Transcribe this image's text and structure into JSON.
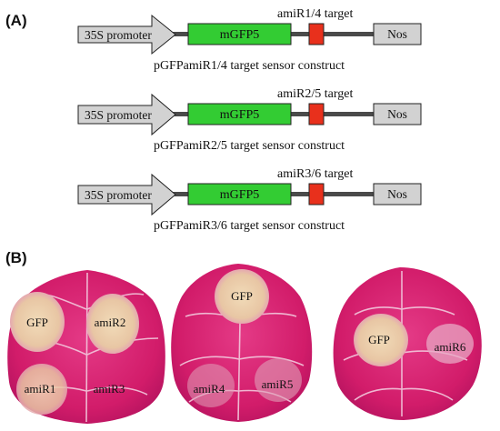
{
  "panel_a": {
    "label": "(A)",
    "constructs": [
      {
        "promoter": "35S promoter",
        "gene": "mGFP5",
        "target": "amiR1/4 target",
        "terminator": "Nos",
        "caption": "pGFPamiR1/4 target sensor construct"
      },
      {
        "promoter": "35S promoter",
        "gene": "mGFP5",
        "target": "amiR2/5 target",
        "terminator": "Nos",
        "caption": "pGFPamiR2/5 target sensor construct"
      },
      {
        "promoter": "35S promoter",
        "gene": "mGFP5",
        "target": "amiR3/6 target",
        "terminator": "Nos",
        "caption": "pGFPamiR3/6 target sensor construct"
      }
    ]
  },
  "panel_b": {
    "label": "(B)",
    "leaves": [
      {
        "spots": [
          {
            "label": "GFP"
          },
          {
            "label": "amiR2"
          },
          {
            "label": "amiR1"
          },
          {
            "label": "amiR3"
          }
        ]
      },
      {
        "spots": [
          {
            "label": "GFP"
          },
          {
            "label": "amiR4"
          },
          {
            "label": "amiR5"
          }
        ]
      },
      {
        "spots": [
          {
            "label": "GFP"
          },
          {
            "label": "amiR6"
          }
        ]
      }
    ]
  },
  "colors": {
    "promoter_fill": "#d2d2d2",
    "gene_fill": "#33cc33",
    "target_fill": "#e8301c",
    "terminator_fill": "#d2d2d2",
    "backbone": "#4a4a4a",
    "leaf_fill": "#d81e6e",
    "spot_fill": "#e8c9a0"
  }
}
